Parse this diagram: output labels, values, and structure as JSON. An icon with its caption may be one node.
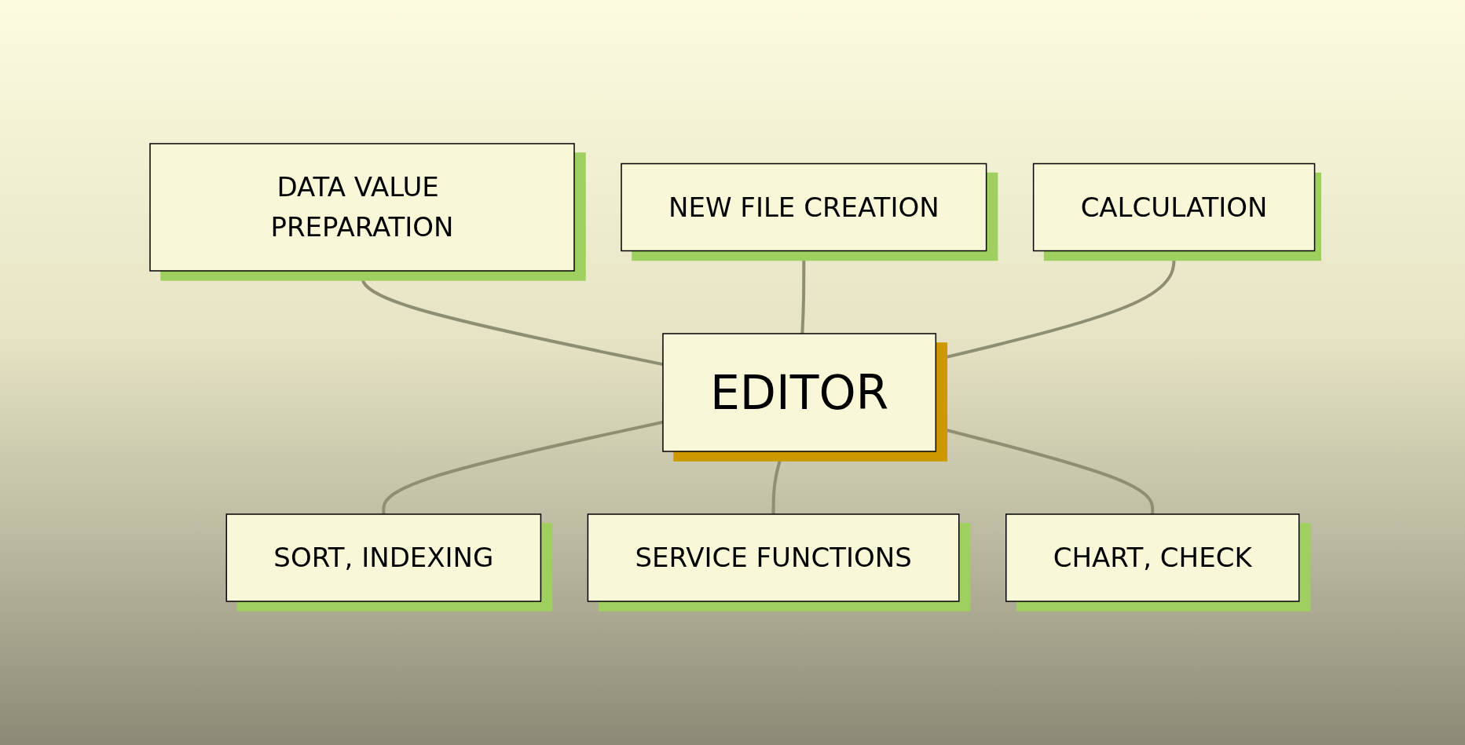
{
  "diagram": {
    "nodes": [
      {
        "text": [
          "DATA VALUE PREPARATION"
        ]
      },
      {
        "text": [
          "NEW FILE CREATION"
        ]
      },
      {
        "text": [
          "CALCULATION"
        ]
      },
      {
        "text": [
          "EDITOR"
        ]
      },
      {
        "text": [
          "SORT, INDEXING"
        ]
      },
      {
        "text": [
          "SERVICE FUNCTIONS"
        ]
      },
      {
        "text": [
          "CHART, CHECK"
        ]
      }
    ],
    "edges": [
      {
        "from": 0,
        "to": 3,
        "arrow": "none"
      },
      {
        "from": 1,
        "to": 3,
        "arrow": "none"
      },
      {
        "from": 2,
        "to": 3,
        "arrow": "none"
      },
      {
        "from": 3,
        "to": 4,
        "arrow": "none"
      },
      {
        "from": 3,
        "to": 5,
        "arrow": "none"
      },
      {
        "from": 3,
        "to": 6,
        "arrow": "none"
      }
    ]
  }
}
